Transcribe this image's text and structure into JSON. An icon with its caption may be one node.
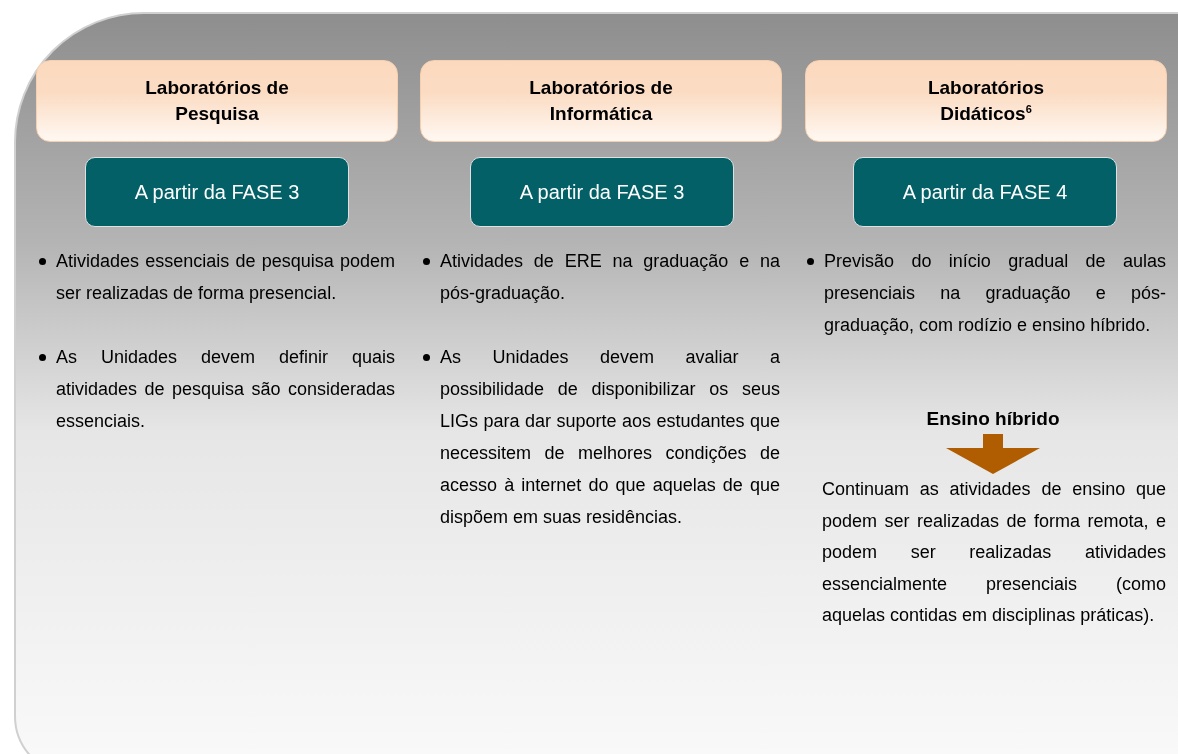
{
  "diagram": {
    "nodes": [
      {
        "text": [
          "Laboratórios de Pesquisa"
        ]
      },
      {
        "text": [
          "A partir da FASE 3"
        ]
      },
      {
        "text": [
          "Laboratórios de Informática"
        ]
      },
      {
        "text": [
          "A partir da FASE 3"
        ]
      },
      {
        "text": [
          "Laboratórios Didáticos$^{6}$"
        ]
      },
      {
        "text": [
          "A partir da FASE 4"
        ]
      },
      {
        "text": [
          "Ensino híbrido"
        ]
      },
      {
        "text": [
          "Continuam as atividades de ensino que podem ser realizadas de forma remota, e podem ser realizadas atividades essencialmente presenciais (como aquelas contidas em disciplinas práticas)."
        ]
      }
    ],
    "edges": [
      {
        "from": 6,
        "to": 7,
        "arrow": "to"
      }
    ],
    "labels": [
      "Atividades essenciais de pesquisa podem ser realizadas de forma presencial.",
      "As Unidades devem definir quais atividades de pesquisa são consideradas essenciais.",
      "Atividades de ERE na graduação e na pós-graduação.",
      "As Unidades devem avaliar a possibilidade de disponibilizar os seus LIGs para dar suporte aos estudantes que necessitem de melhores condições de acesso à internet do que aquelas de que dispõem em suas residências.",
      "Previsão do início gradual de aulas presenciais na graduação e pós-graduação, com rodízio e ensino híbrido."
    ]
  }
}
